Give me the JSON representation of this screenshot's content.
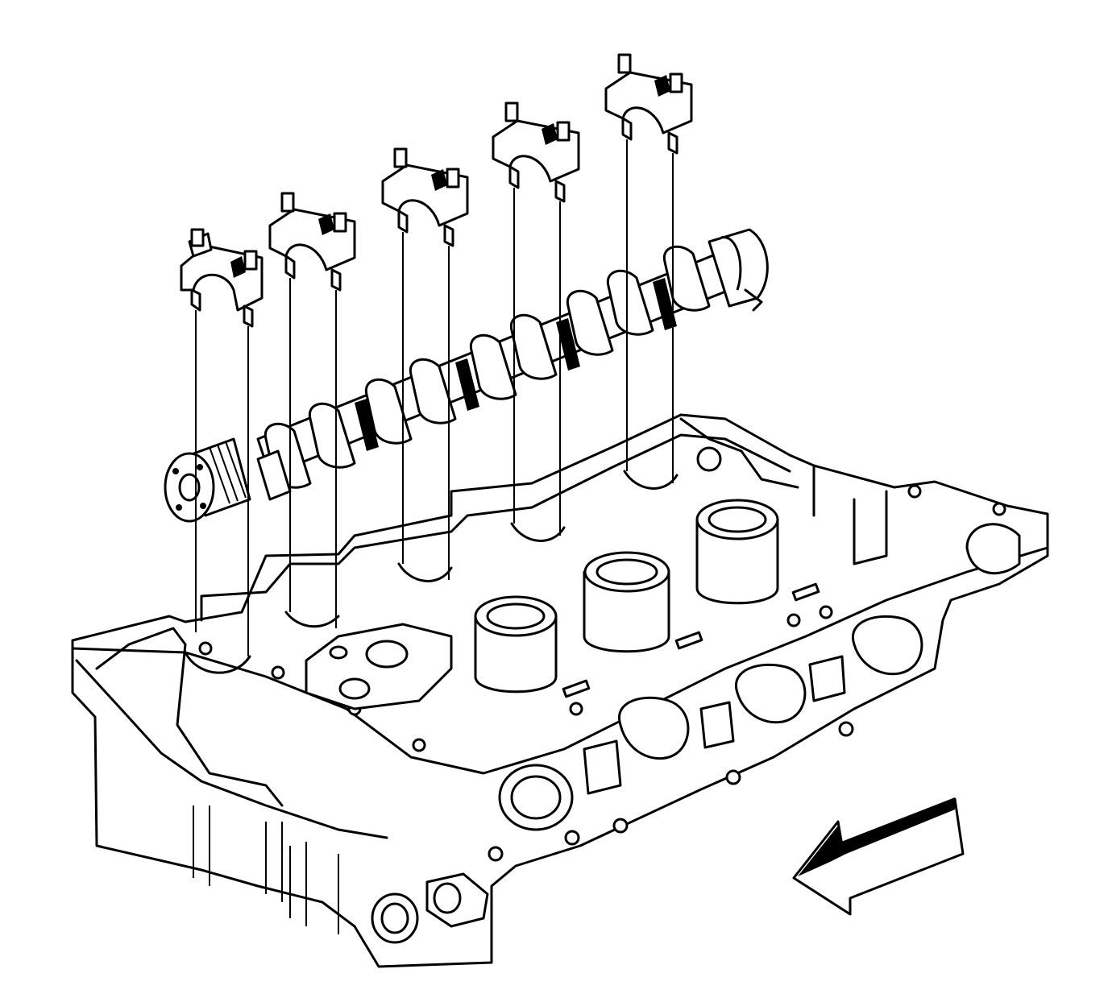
{
  "diagram": {
    "colors": {
      "stroke": "#000000",
      "background": "#ffffff",
      "fill": "#ffffff"
    },
    "components": [
      {
        "id": "cylinder-head",
        "kind": "engine-part"
      },
      {
        "id": "camshaft",
        "kind": "engine-part"
      },
      {
        "id": "camshaft-bearing-cap",
        "kind": "engine-part",
        "count": 5
      },
      {
        "id": "alignment-line",
        "kind": "leader-line",
        "count": 10
      },
      {
        "id": "front-direction-arrow",
        "kind": "indicator"
      }
    ]
  }
}
